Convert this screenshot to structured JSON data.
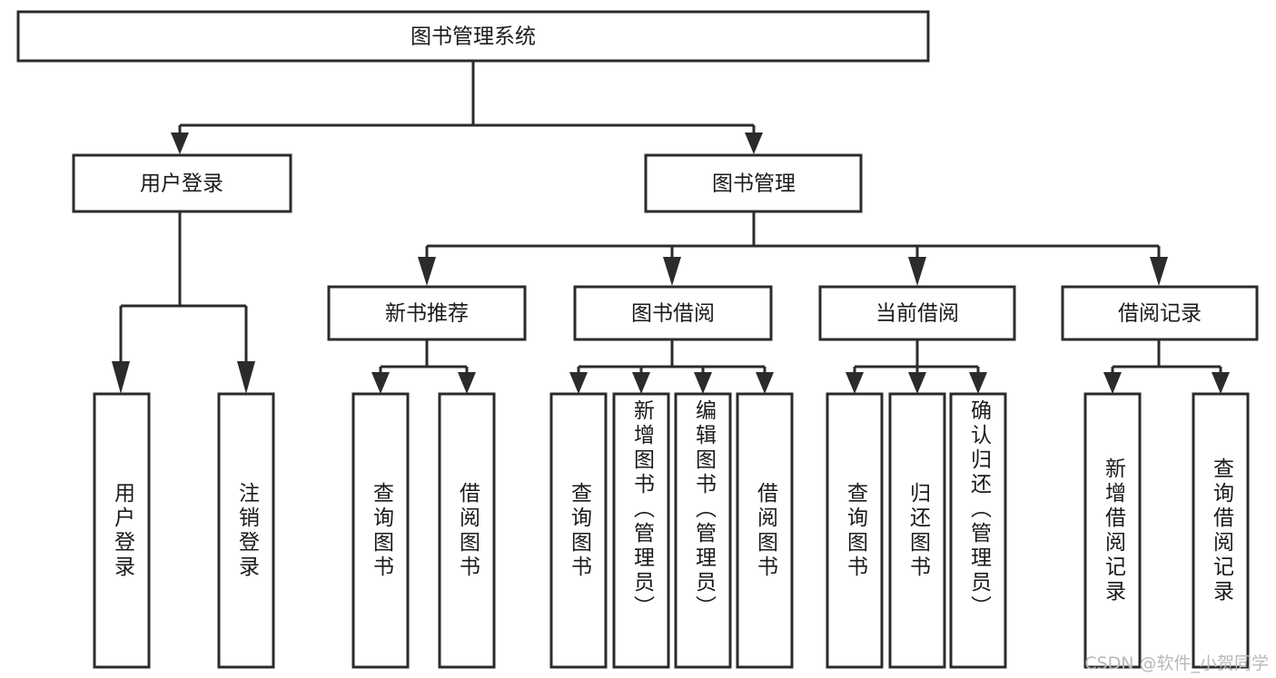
{
  "diagram": {
    "title": "图书管理系统",
    "type": "tree-hierarchy",
    "watermark": "CSDN @软件_小贺同学",
    "colors": {
      "stroke": "#2b2b2b",
      "box_fill": "#ffffff",
      "text": "#1a1a1a",
      "background": "#ffffff",
      "watermark": "#b9b9b9"
    },
    "root": {
      "label": "图书管理系统"
    },
    "level2": [
      {
        "label": "用户登录"
      },
      {
        "label": "图书管理"
      }
    ],
    "level3": [
      {
        "label": "新书推荐"
      },
      {
        "label": "图书借阅"
      },
      {
        "label": "当前借阅"
      },
      {
        "label": "借阅记录"
      }
    ],
    "leaves": {
      "user_login": [
        {
          "label": "用户登录"
        },
        {
          "label": "注销登录"
        }
      ],
      "new_book_recommend": [
        {
          "label": "查询图书"
        },
        {
          "label": "借阅图书"
        }
      ],
      "book_borrow": [
        {
          "label": "查询图书"
        },
        {
          "label": "新增图书（管理员）"
        },
        {
          "label": "编辑图书（管理员）"
        },
        {
          "label": "借阅图书"
        }
      ],
      "current_borrow": [
        {
          "label": "查询图书"
        },
        {
          "label": "归还图书"
        },
        {
          "label": "确认归还（管理员）"
        }
      ],
      "borrow_record": [
        {
          "label": "新增借阅记录"
        },
        {
          "label": "查询借阅记录"
        }
      ]
    }
  }
}
